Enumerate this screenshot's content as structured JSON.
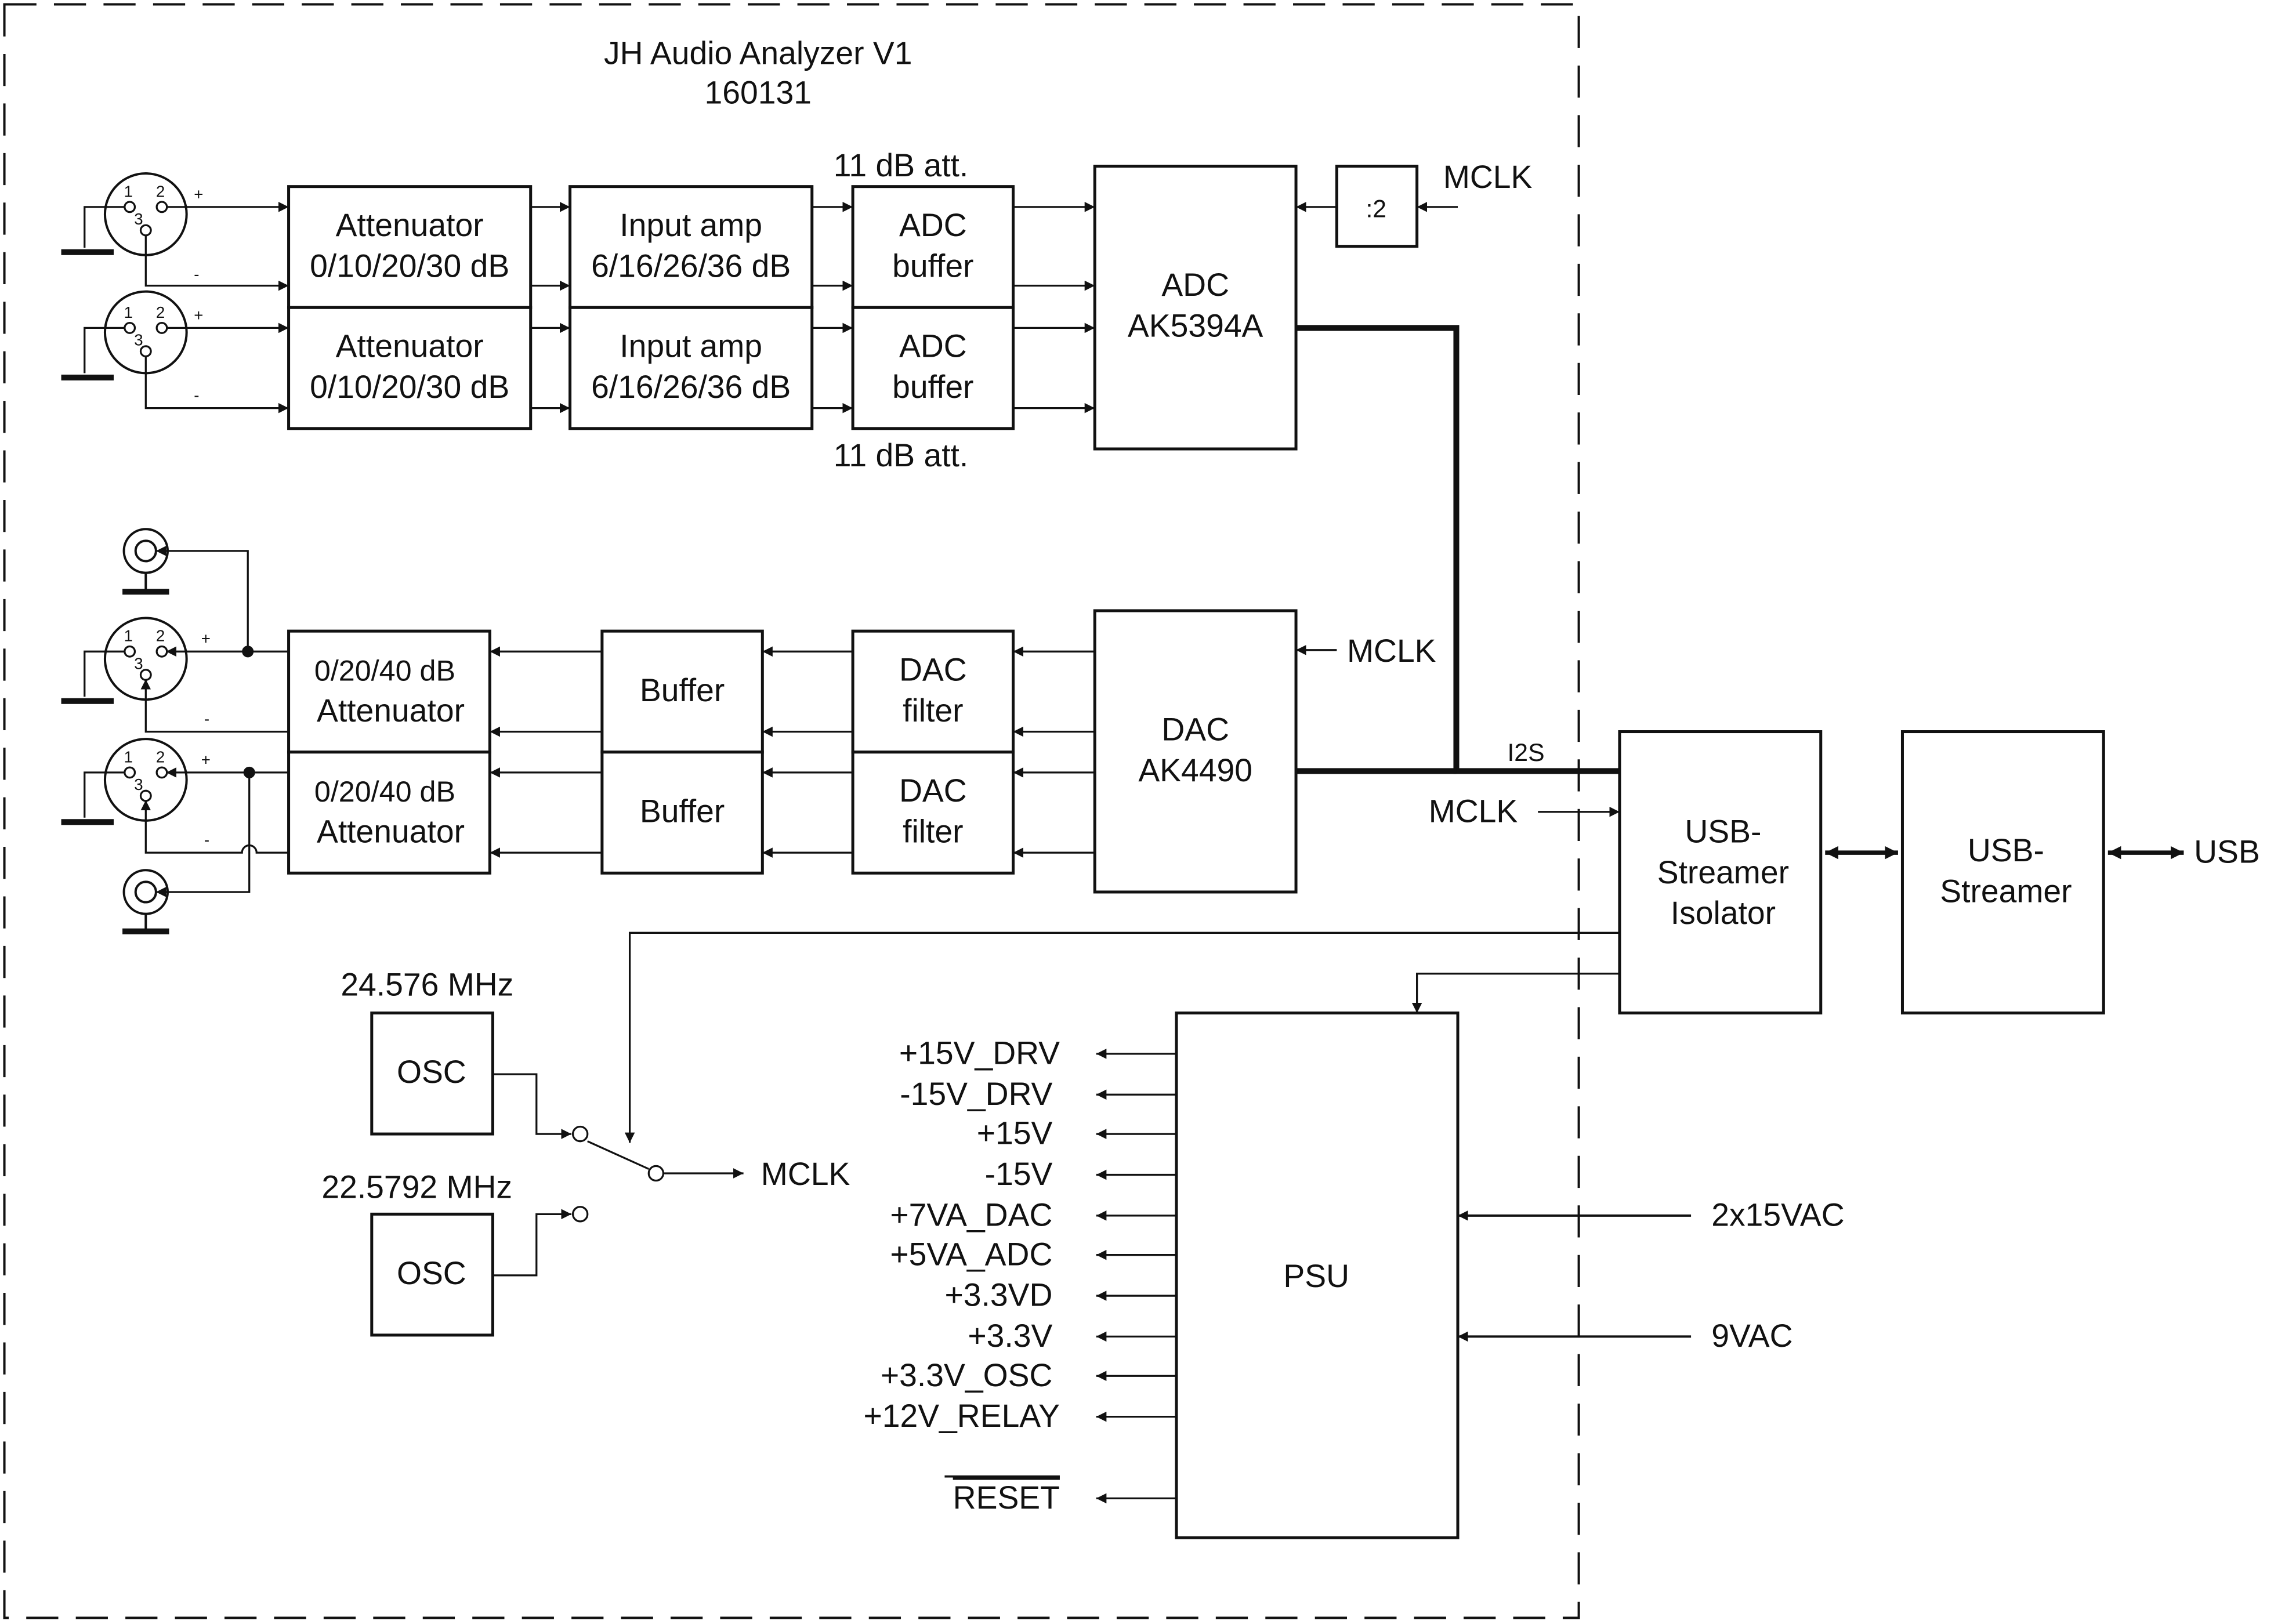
{
  "title": {
    "name": "JH Audio Analyzer V1",
    "date": "160131"
  },
  "adc_section": {
    "att_label_top": "11 dB att.",
    "att_label_bottom": "11 dB att.",
    "attenuator": [
      "Attenuator",
      "0/10/20/30 dB"
    ],
    "input_amp": [
      "Input amp",
      "6/16/26/36 dB"
    ],
    "adc_buffer": [
      "ADC",
      "buffer"
    ],
    "adc": [
      "ADC",
      "AK5394A"
    ],
    "divider": ":2",
    "mclk": "MCLK"
  },
  "dac_section": {
    "dac": [
      "DAC",
      "AK4490"
    ],
    "dac_filter": [
      "DAC",
      "filter"
    ],
    "buffer": "Buffer",
    "attenuator": [
      "0/20/40 dB",
      "Attenuator"
    ],
    "mclk": "MCLK"
  },
  "connectors": {
    "xlr_pin1": "1",
    "xlr_pin2": "2",
    "xlr_pin3": "3",
    "plus": "+",
    "minus": "-"
  },
  "usb": {
    "i2s": "I2S",
    "mclk": "MCLK",
    "isolator": [
      "USB-",
      "Streamer",
      "Isolator"
    ],
    "streamer": [
      "USB-",
      "Streamer"
    ],
    "usb": "USB"
  },
  "clock": {
    "osc1_freq": "24.576 MHz",
    "osc2_freq": "22.5792 MHz",
    "osc_label": "OSC",
    "mclk": "MCLK"
  },
  "psu": {
    "label": "PSU",
    "outputs": [
      "+15V_DRV",
      "-15V_DRV",
      "+15V",
      "-15V",
      "+7VA_DAC",
      "+5VA_ADC",
      "+3.3VD",
      "+3.3V",
      "+3.3V_OSC",
      "+12V_RELAY"
    ],
    "reset": "RESET",
    "inputs": [
      "2x15VAC",
      "9VAC"
    ]
  }
}
